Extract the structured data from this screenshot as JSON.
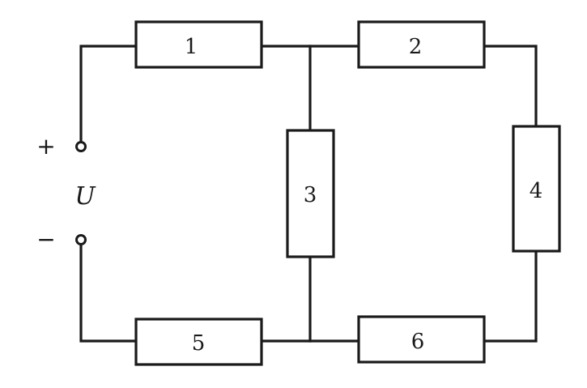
{
  "diagram": {
    "source": {
      "plus_sign": "+",
      "minus_sign": "−",
      "voltage_label": "U"
    },
    "resistors": [
      {
        "id": "r1",
        "label": "1"
      },
      {
        "id": "r2",
        "label": "2"
      },
      {
        "id": "r3",
        "label": "3"
      },
      {
        "id": "r4",
        "label": "4"
      },
      {
        "id": "r5",
        "label": "5"
      },
      {
        "id": "r6",
        "label": "6"
      }
    ]
  }
}
